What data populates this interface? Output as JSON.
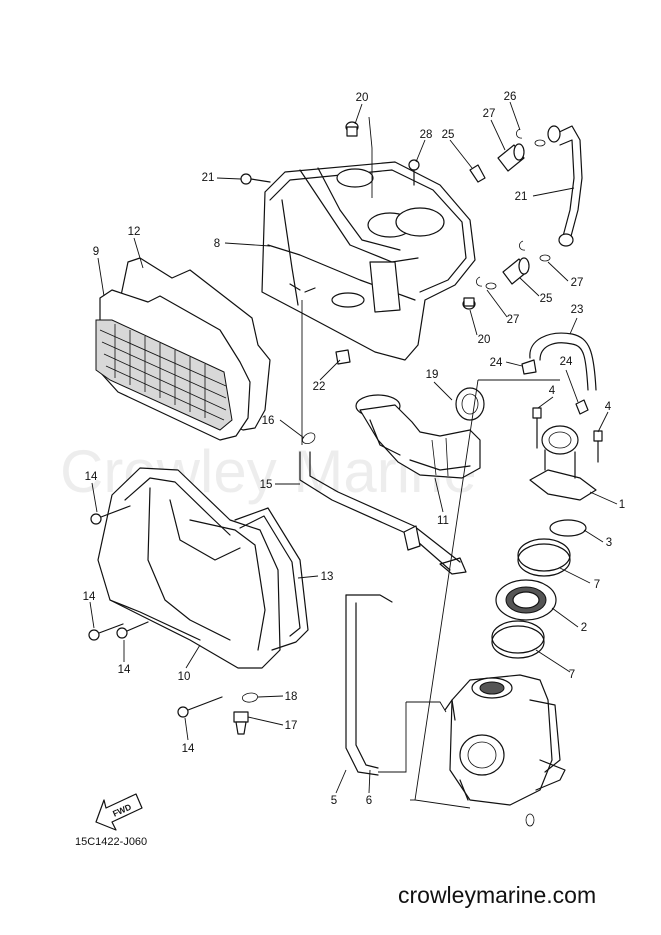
{
  "watermark": "Crowley Marine",
  "diagram_code": "15C1422-J060",
  "site": "crowleymarine.com",
  "fwd_label": "FWD",
  "callouts": [
    "20",
    "21",
    "28",
    "25",
    "27",
    "26",
    "21",
    "8",
    "12",
    "9",
    "27",
    "25",
    "20",
    "27",
    "23",
    "22",
    "24",
    "24",
    "19",
    "4",
    "4",
    "16",
    "1",
    "15",
    "11",
    "14",
    "3",
    "13",
    "7",
    "14",
    "2",
    "14",
    "10",
    "7",
    "18",
    "17",
    "14",
    "5",
    "6"
  ],
  "parts": [
    "air-filter-element",
    "air-filter-seal",
    "air-cleaner-case",
    "air-cleaner-cover",
    "intake-boot",
    "joint",
    "throttle-body",
    "clamp",
    "hose",
    "drain-plug",
    "screw",
    "bolt",
    "grommet",
    "collar",
    "hose-clip"
  ]
}
